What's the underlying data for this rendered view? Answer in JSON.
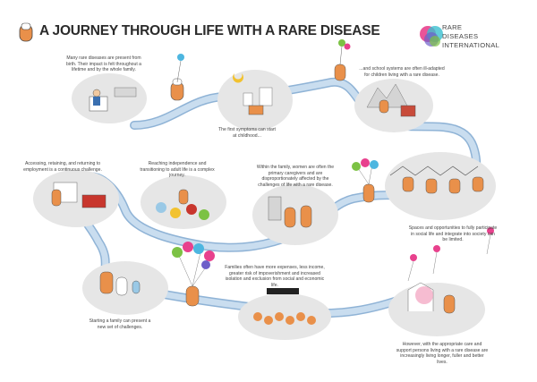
{
  "title": "A JOURNEY THROUGH LIFE WITH A RARE DISEASE",
  "logo": {
    "line1": "RARE",
    "line2": "DISEASES",
    "line3": "INTERNATIONAL",
    "colors": [
      "#e8418d",
      "#3bbfd0",
      "#6e5fc9",
      "#7cc244"
    ]
  },
  "colors": {
    "path": "#b9d2e8",
    "path_edge": "#8fb3d6",
    "scene": "#e4e4e4",
    "figure": "#e9904a"
  },
  "captions": {
    "c1": "Many rare diseases are present from birth. Their impact is felt throughout a lifetime and by the whole family.",
    "c2": "The first symptoms can start at childhood...",
    "c3": "...and school systems are often ill-adapted for children living with a rare disease.",
    "c4": "Accessing, retaining, and returning to employment is a continuous challenge.",
    "c5": "Reaching independence and transitioning to adult life is a complex journey.",
    "c6": "Within the family, women are often the primary caregivers and are disproportionately affected by the challenges of life with a rare disease.",
    "c7": "Spaces and opportunities to fully participate in social life and integrate into society can be limited.",
    "c8": "Starting a family can present a new set of challenges.",
    "c9": "Families often have more expenses, less income, greater risk of impoverishment and increased isolation and exclusion from social and economic life.",
    "c10": "However, with the appropriate care and support persons living with a rare disease are increasingly living longer, fuller and better lives."
  }
}
